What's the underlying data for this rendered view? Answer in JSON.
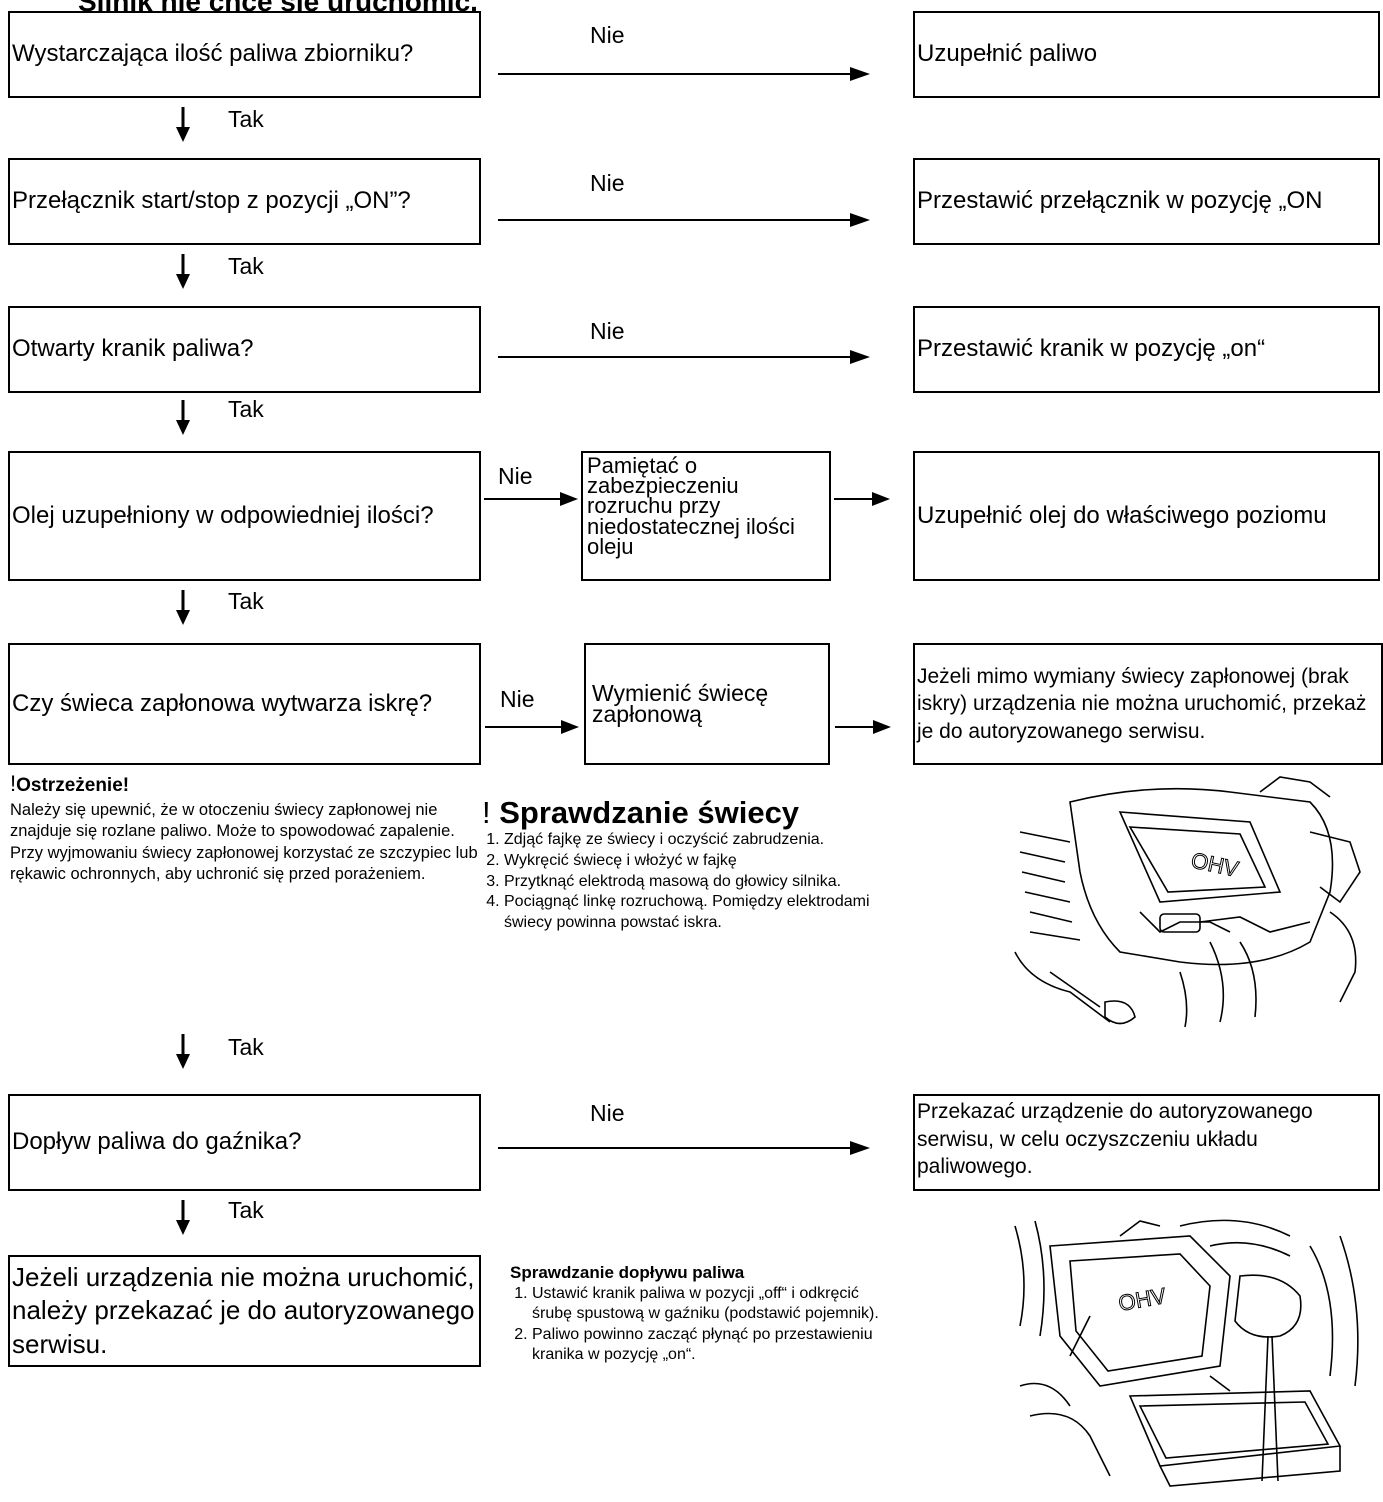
{
  "title": "Silnik nie chce się uruchomić.",
  "yes_label": "Tak",
  "no_label": "Nie",
  "steps": [
    {
      "question": "Wystarczająca ilość paliwa zbiorniku?",
      "action": "Uzupełnić paliwo"
    },
    {
      "question": "Przełącznik start/stop z pozycji „ON”?",
      "action": "Przestawić przełącznik w pozycję „ON"
    },
    {
      "question": "Otwarty kranik paliwa?",
      "action": "Przestawić kranik w pozycję „on“"
    },
    {
      "question": "Olej uzupełniony w odpowiedniej ilości?",
      "middle": "Pamiętać o zabezpieczeniu rozruchu przy niedostatecznej ilości oleju",
      "action": "Uzupełnić olej do właściwego poziomu"
    },
    {
      "question": "Czy świeca zapłonowa wytwarza iskrę?",
      "middle": "Wymienić świecę zapłonową",
      "action": "Jeżeli mimo wymiany świecy zapłonowej (brak iskry) urządzenia nie można uruchomić, przekaż je do autoryzowanego serwisu."
    },
    {
      "question": "Dopływ paliwa do gaźnika?",
      "action": "Przekazać urządzenie do autoryzowanego serwisu, w celu oczyszczeniu układu paliwowego."
    }
  ],
  "final": "Jeżeli urządzenia nie można uruchomić, należy przekazać je do autoryzowanego serwisu.",
  "warning": {
    "title": "Ostrzeżenie!",
    "lines": [
      "Należy się upewnić, że w otoczeniu świecy zapłonowej nie znajduje się rozlane paliwo. Może to spowodować zapalenie.",
      "Przy wyjmowaniu świecy zapłonowej korzystać ze szczypiec lub rękawic ochronnych, aby uchronić się przed porażeniem."
    ]
  },
  "spark_check": {
    "title": "Sprawdzanie świecy",
    "steps": [
      "Zdjąć fajkę ze świecy i oczyścić zabrudzenia.",
      "Wykręcić świecę i włożyć w fajkę",
      "Przytknąć elektrodą masową do głowicy silnika.",
      "Pociągnąć linkę rozruchową. Pomiędzy elektrodami świecy powinna powstać iskra."
    ]
  },
  "fuel_check": {
    "title": "Sprawdzanie dopływu paliwa",
    "steps": [
      "Ustawić kranik paliwa w pozycji „off“ i odkręcić śrubę spustową w gaźniku (podstawić pojemnik).",
      "Paliwo powinno zacząć płynąć po przestawieniu kranika w pozycję „on“."
    ]
  },
  "figures": {
    "top_label": "OHV",
    "bottom_label": "OHV"
  }
}
